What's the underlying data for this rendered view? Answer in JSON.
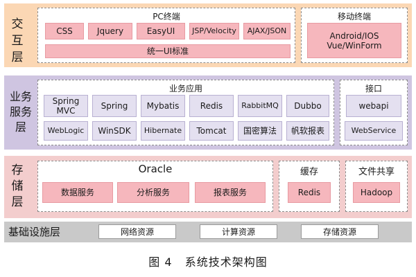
{
  "presentation_layer": {
    "label": "交互层",
    "pc_terminal": {
      "title": "PC终端",
      "items": [
        "CSS",
        "Jquery",
        "EasyUI",
        "JSP/Velocity",
        "AJAX/JSON"
      ],
      "standard": "统一UI标准"
    },
    "mobile_terminal": {
      "title": "移动终端",
      "content": "Android/IOS\nVue/WinForm"
    }
  },
  "business_layer": {
    "label": "业务服务层",
    "applications": {
      "title": "业务应用",
      "row1": [
        "Spring MVC",
        "Spring",
        "Mybatis",
        "Redis",
        "RabbitMQ",
        "Dubbo"
      ],
      "row2": [
        "WebLogic",
        "WinSDK",
        "Hibernate",
        "Tomcat",
        "国密算法",
        "帆软报表"
      ]
    },
    "interface": {
      "title": "接口",
      "items": [
        "webapi",
        "WebService"
      ]
    }
  },
  "storage_layer": {
    "label": "存储层",
    "oracle": {
      "title": "Oracle",
      "items": [
        "数据服务",
        "分析服务",
        "报表服务"
      ]
    },
    "cache": {
      "title": "缓存",
      "item": "Redis"
    },
    "file_sharing": {
      "title": "文件共享",
      "item": "Hadoop"
    }
  },
  "infrastructure_layer": {
    "label": "基础设施层",
    "items": [
      "网络资源",
      "计算资源",
      "存储资源"
    ]
  },
  "caption": "图 4   系统技术架构图"
}
